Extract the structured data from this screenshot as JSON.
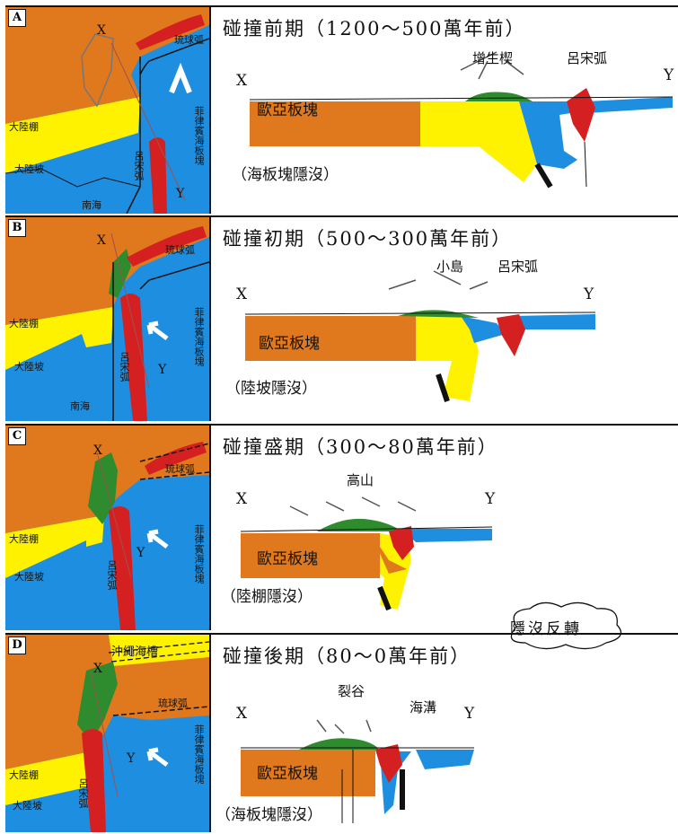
{
  "panels": [
    {
      "letter": "A",
      "title": "碰撞前期（1200～500萬年前）",
      "x": "X",
      "y": "Y",
      "plate": "歐亞板塊",
      "subduction": "（海板塊隱沒）",
      "feature1": "增生楔",
      "feature2": "呂宋弧",
      "map": {
        "x": "X",
        "y": "Y",
        "ryukyu": "琉球弧",
        "shelf": "大陸棚",
        "slope": "大陸坡",
        "scs": "南海",
        "luzon": "呂宋弧",
        "philippine": "菲律賓海板塊"
      }
    },
    {
      "letter": "B",
      "title": "碰撞初期（500～300萬年前）",
      "x": "X",
      "y": "Y",
      "plate": "歐亞板塊",
      "subduction": "（陸坡隱沒）",
      "feature1": "小島",
      "feature2": "呂宋弧",
      "map": {
        "x": "X",
        "y": "Y",
        "ryukyu": "琉球弧",
        "shelf": "大陸棚",
        "slope": "大陸坡",
        "scs": "南海",
        "luzon": "呂宋弧",
        "philippine": "菲律賓海板塊"
      }
    },
    {
      "letter": "C",
      "title": "碰撞盛期（300～80萬年前）",
      "x": "X",
      "y": "Y",
      "plate": "歐亞板塊",
      "subduction": "（陸棚隱沒）",
      "feature1": "高山",
      "map": {
        "x": "X",
        "y": "Y",
        "ryukyu": "琉球弧",
        "shelf": "大陸棚",
        "slope": "大陸坡",
        "luzon": "呂宋弧",
        "philippine": "菲律賓海板塊"
      }
    },
    {
      "letter": "D",
      "title": "碰撞後期（80～0萬年前）",
      "x": "X",
      "y": "Y",
      "plate": "歐亞板塊",
      "subduction": "（海板塊隱沒）",
      "feature1": "裂谷",
      "feature2": "海溝",
      "map": {
        "x": "X",
        "y": "Y",
        "ryukyu": "琉球弧",
        "okinawa": "沖繩海槽",
        "shelf": "大陸棚",
        "slope": "大陸坡",
        "luzon": "呂宋弧",
        "philippine": "菲律賓海板塊"
      }
    }
  ],
  "flip_label": "隱沒反轉",
  "colors": {
    "orange": "#e0781e",
    "yellow": "#fff200",
    "blue": "#1e8fe0",
    "red": "#d42020",
    "green": "#2e8b2e"
  }
}
